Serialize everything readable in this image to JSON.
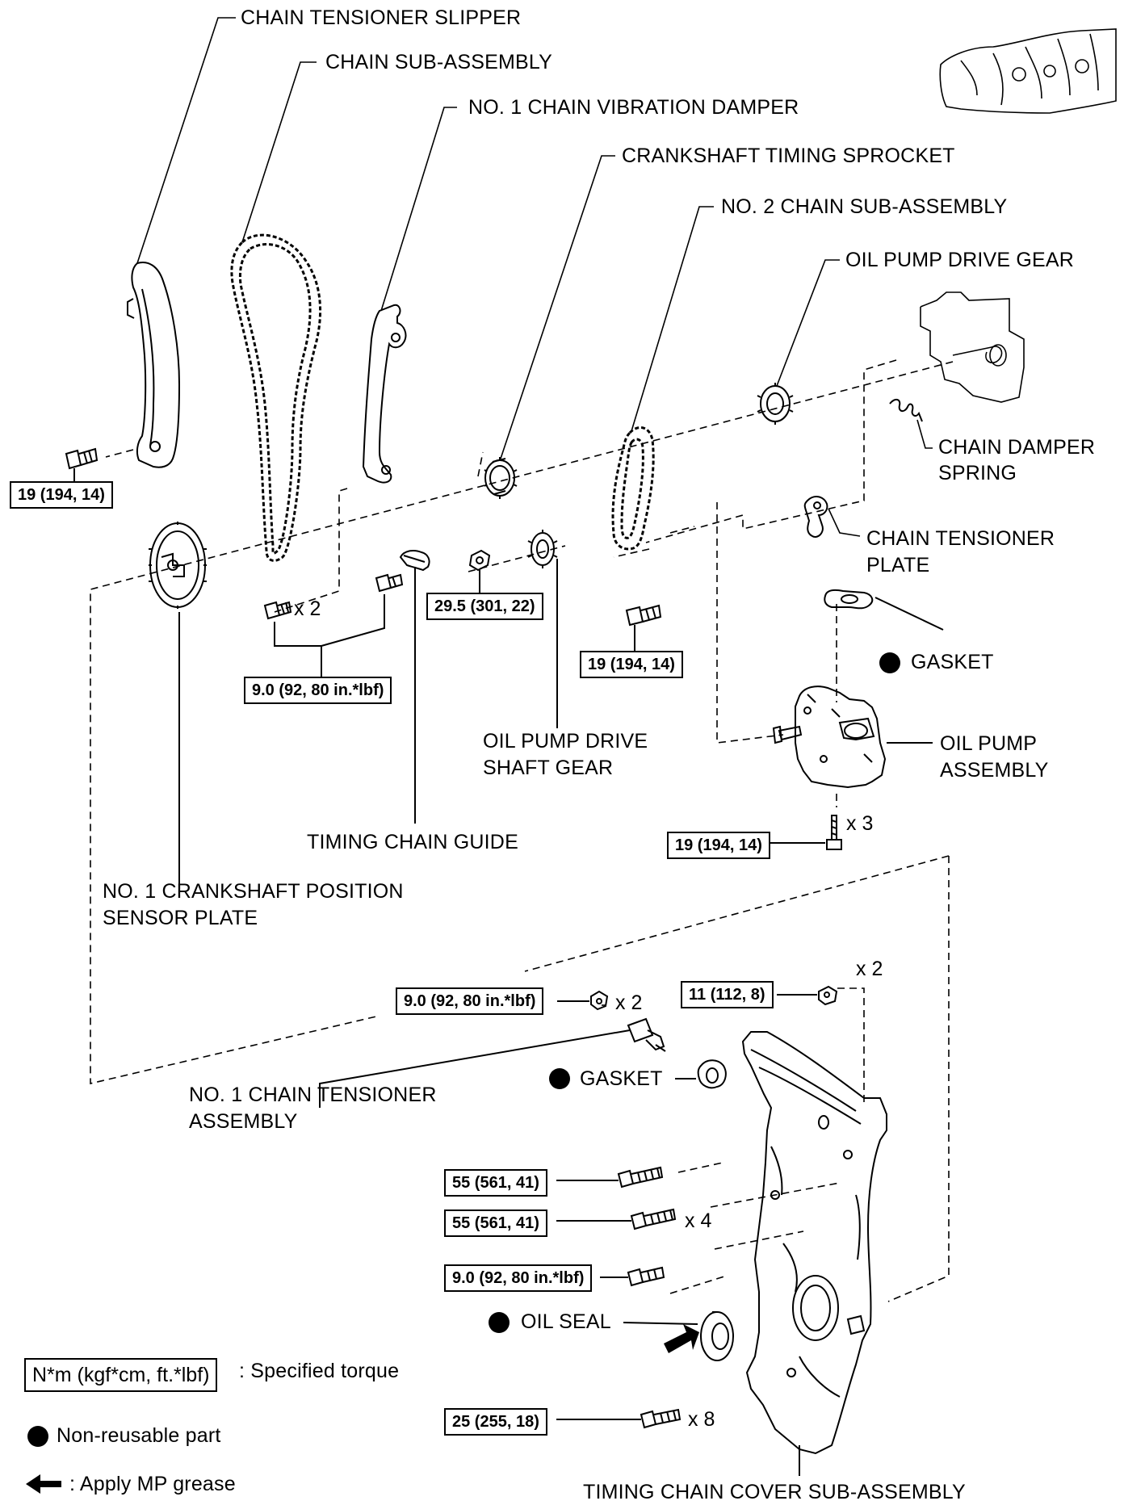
{
  "labels": {
    "chain_tensioner_slipper": "CHAIN TENSIONER SLIPPER",
    "chain_sub_assembly": "CHAIN SUB-ASSEMBLY",
    "no1_chain_vibration_damper": "NO. 1 CHAIN VIBRATION DAMPER",
    "crankshaft_timing_sprocket": "CRANKSHAFT TIMING SPROCKET",
    "no2_chain_sub_assembly": "NO. 2 CHAIN SUB-ASSEMBLY",
    "oil_pump_drive_gear": "OIL PUMP DRIVE GEAR",
    "chain_damper_spring_1": "CHAIN DAMPER",
    "chain_damper_spring_2": "SPRING",
    "chain_tensioner_plate_1": "CHAIN TENSIONER",
    "chain_tensioner_plate_2": "PLATE",
    "gasket_top": "GASKET",
    "oil_pump_assembly_1": "OIL PUMP",
    "oil_pump_assembly_2": "ASSEMBLY",
    "oil_pump_drive_shaft_gear_1": "OIL PUMP DRIVE",
    "oil_pump_drive_shaft_gear_2": "SHAFT GEAR",
    "timing_chain_guide": "TIMING CHAIN GUIDE",
    "crank_position_sensor_plate_1": "NO. 1 CRANKSHAFT POSITION",
    "crank_position_sensor_plate_2": "SENSOR PLATE",
    "no1_chain_tensioner_assembly_1": "NO. 1 CHAIN TENSIONER",
    "no1_chain_tensioner_assembly_2": "ASSEMBLY",
    "gasket_mid": "GASKET",
    "oil_seal": "OIL SEAL",
    "timing_chain_cover": "TIMING CHAIN COVER SUB-ASSEMBLY"
  },
  "torques": {
    "slipper_bolt": "19 (194, 14)",
    "guide_bolts": "9.0 (92, 80 in.*lbf)",
    "shaft_gear_nut": "29.5 (301, 22)",
    "tensioner_plate_bolt": "19 (194, 14)",
    "oil_pump_bolts": "19 (194, 14)",
    "tensioner_nuts": "9.0 (92, 80 in.*lbf)",
    "cover_top_nuts": "11 (112, 8)",
    "cover_bolt_a": "55 (561, 41)",
    "cover_bolt_b": "55 (561, 41)",
    "cover_bolt_c": "9.0 (92, 80 in.*lbf)",
    "cover_bolt_d": "25 (255, 18)"
  },
  "quantities": {
    "guide_bolts": "x 2",
    "oil_pump_bolts": "x 3",
    "tensioner_nuts": "x 2",
    "cover_top_nuts": "x 2",
    "cover_bolt_b": "x 4",
    "cover_bolt_d": "x 8"
  },
  "legend": {
    "torque_box": "N*m (kgf*cm, ft.*lbf)",
    "torque_desc": ": Specified torque",
    "non_reusable": "Non-reusable part",
    "grease": ": Apply MP grease"
  },
  "icons": [
    "non-reusable-dot-icon",
    "grease-arrow-icon"
  ]
}
